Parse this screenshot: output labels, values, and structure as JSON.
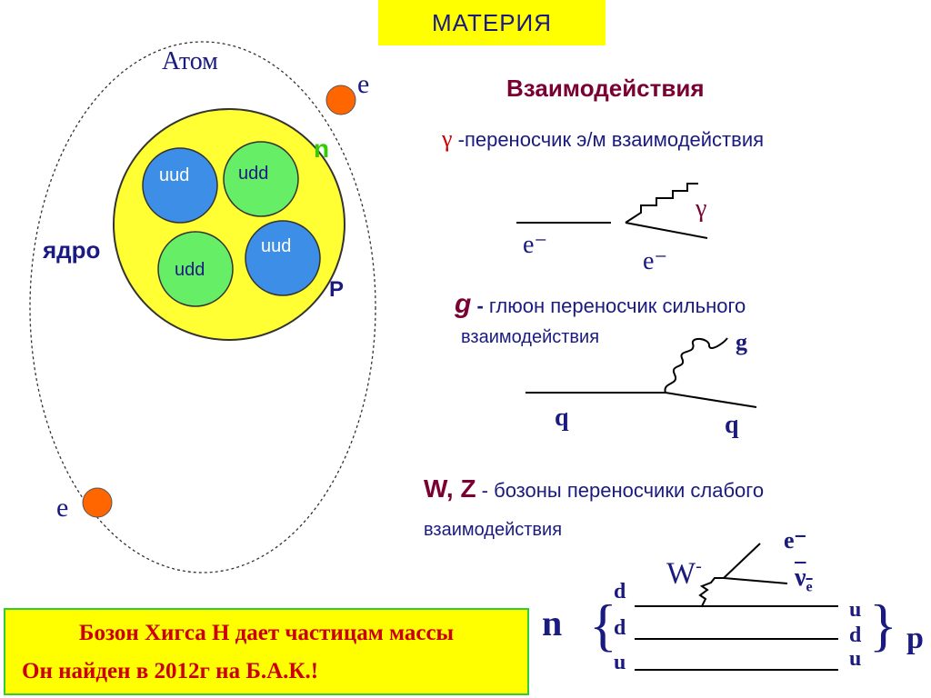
{
  "title": "МАТЕРИЯ",
  "atom": {
    "label": "Атом",
    "nucleus_label": "ядро",
    "neutron_label": "n",
    "proton_label": "P",
    "electron_top": "e",
    "electron_bottom": "e",
    "quarks": [
      "uud",
      "udd",
      "uud",
      "udd"
    ]
  },
  "interactions": {
    "heading": "Взаимодействия",
    "photon": {
      "symbol": "γ",
      "text": " -переносчик э/м взаимодействия",
      "diagram": {
        "in_label": "e⁻",
        "out_label": "e⁻",
        "gamma_label": "γ"
      }
    },
    "gluon": {
      "symbol": "g",
      "dash": " - ",
      "text": " глюон переносчик сильного",
      "text2": "взаимодействия",
      "diagram": {
        "in_label": "q",
        "out_label": "q",
        "gluon_label": "g"
      }
    },
    "weak": {
      "symbol": "W, Z",
      "text": " - бозоны переносчики слабого",
      "text2": "взаимодействия",
      "diagram": {
        "w_label": "W",
        "w_sup": "-",
        "electron_label": "e⁻",
        "neutrino_label": "ν",
        "neutrino_sub": "e",
        "left_quarks": [
          "d",
          "d",
          "u"
        ],
        "right_quarks": [
          "u",
          "d",
          "u"
        ],
        "left_particle": "n",
        "right_particle": "p"
      }
    }
  },
  "higgs": {
    "line1": "Бозон Хигса H дает частицам массы",
    "line2": "Он  найден в 2012г на Б.А.К.!"
  },
  "colors": {
    "yellow": "#ffff00",
    "navy": "#1a1a80",
    "maroon": "#7a0033",
    "red": "#cc0000",
    "orange": "#ff6600",
    "quark_blue": "#3d8ee6",
    "quark_green": "#66ee66"
  }
}
